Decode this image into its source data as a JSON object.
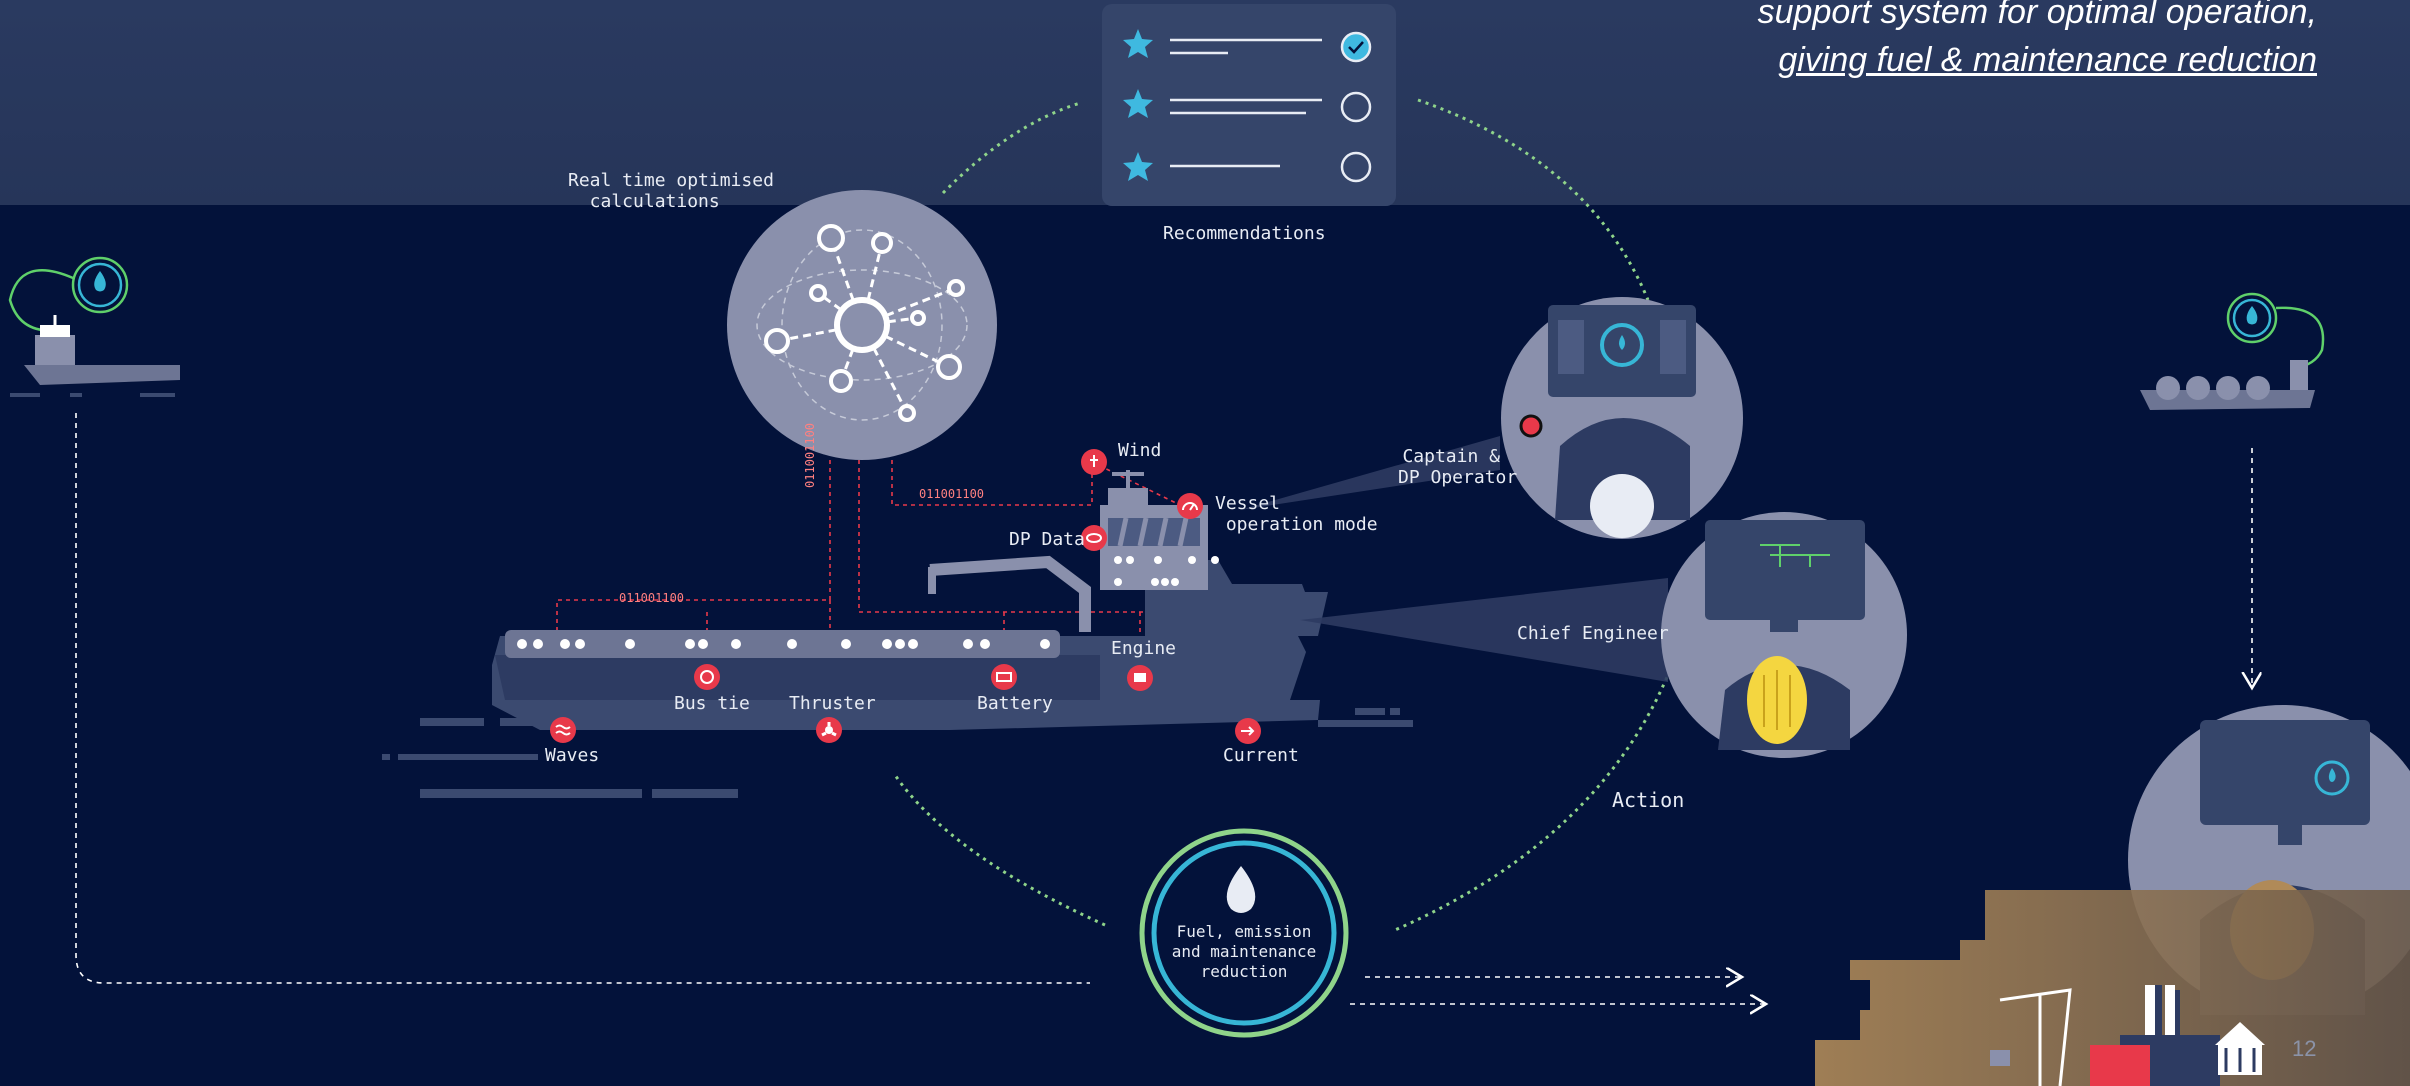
{
  "headline": {
    "line1": "support system for optimal operation,",
    "line2": "giving fuel & maintenance reduction"
  },
  "labels": {
    "realtime": "Real time optimised\n  calculations",
    "recommendations": "Recommendations",
    "wind": "Wind",
    "vessel_mode": "Vessel\n operation mode",
    "dp_data": "DP Data",
    "engine": "Engine",
    "bus_tie": "Bus tie",
    "thruster": "Thruster",
    "battery": "Battery",
    "waves": "Waves",
    "current": "Current",
    "captain": "Captain &\nDP Operator",
    "chief_engineer": "Chief Engineer",
    "action": "Action",
    "fuel": "Fuel, emission\nand maintenance\nreduction"
  },
  "binary": {
    "b1": "011001100",
    "b2": "011001100",
    "b3": "011001100"
  },
  "page_number": "12",
  "colors": {
    "background": "#03123a",
    "top_band": "#283858",
    "accent_red": "#e8394a",
    "accent_green": "#8fd48a",
    "accent_teal": "#37b6d6",
    "star": "#3fb9e0",
    "panel": "#35456a",
    "disc": "#8a90ac"
  },
  "icons": [
    "star-icon",
    "check-icon",
    "droplet-icon",
    "wind-icon",
    "gauge-icon",
    "engine-icon",
    "battery-icon",
    "fan-icon",
    "waves-icon",
    "current-icon"
  ]
}
